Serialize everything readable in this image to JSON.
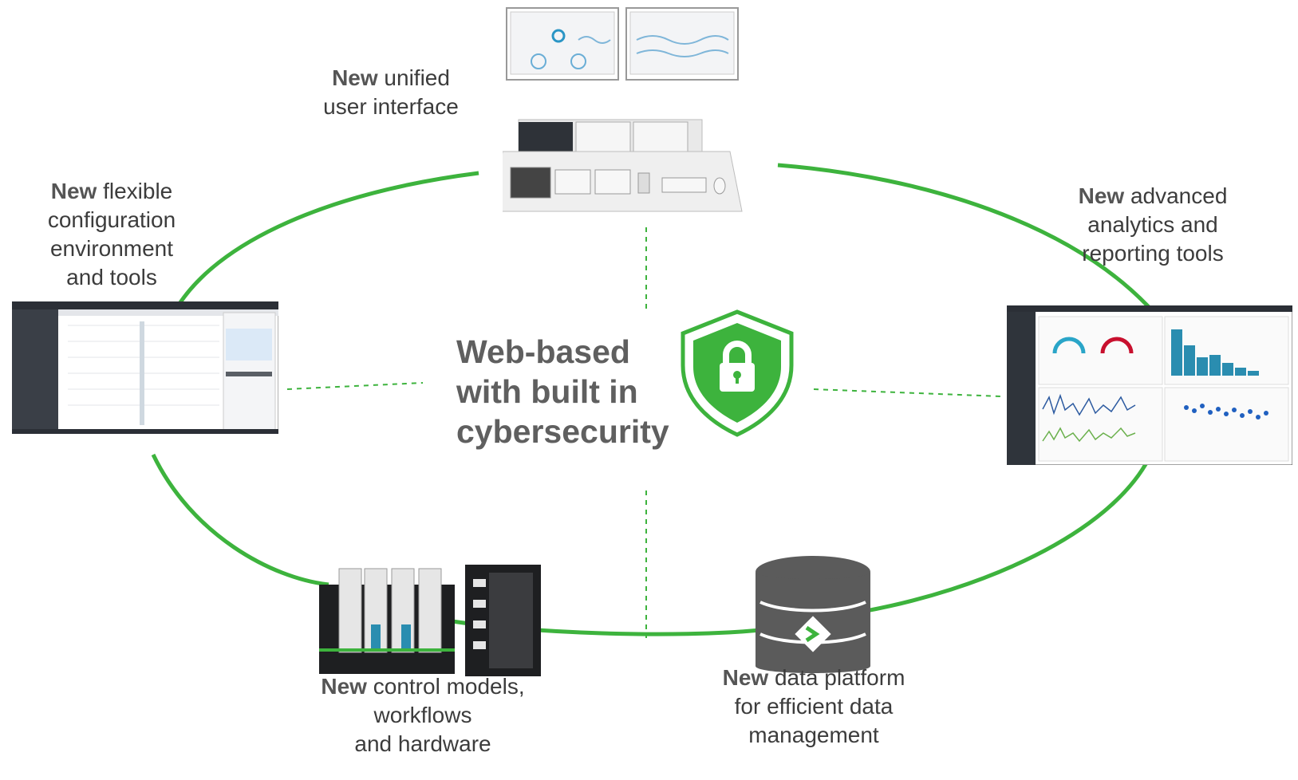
{
  "colors": {
    "ring": "#3db33d",
    "shield": "#3db33d",
    "text": "#3c3c3c"
  },
  "center": {
    "lines": [
      "Web-based",
      "with built in",
      "cybersecurity"
    ],
    "icon": "shield-lock-icon"
  },
  "nodes": {
    "ui": {
      "bold": "New",
      "lines": [
        " unified",
        "user interface"
      ]
    },
    "config": {
      "bold": "New",
      "lines": [
        " flexible",
        "configuration",
        "environment",
        "and tools"
      ]
    },
    "analytics": {
      "bold": "New",
      "lines": [
        " advanced",
        "analytics and",
        "reporting tools"
      ]
    },
    "control": {
      "bold": "New",
      "lines": [
        " control models,",
        "workflows",
        "and hardware"
      ]
    },
    "data": {
      "bold": "New",
      "lines": [
        " data platform",
        "for efficient data",
        "management"
      ]
    }
  }
}
